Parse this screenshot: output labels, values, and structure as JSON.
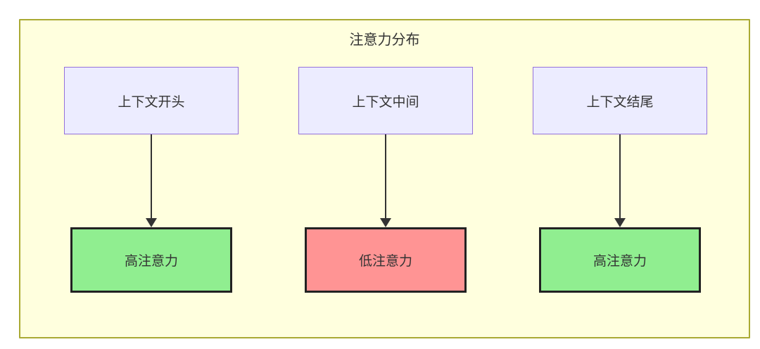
{
  "title": "注意力分布",
  "columns": [
    {
      "source": "上下文开头",
      "target": "高注意力",
      "level": "high"
    },
    {
      "source": "上下文中间",
      "target": "低注意力",
      "level": "low"
    },
    {
      "source": "上下文结尾",
      "target": "高注意力",
      "level": "high"
    }
  ],
  "colors": {
    "container_bg": "#ffffde",
    "container_border": "#aaaa33",
    "source_fill": "#ececff",
    "source_border": "#9370db",
    "high_fill": "#90ee90",
    "low_fill": "#ff9494",
    "target_border": "#222222",
    "arrow": "#333333",
    "text": "#333333"
  }
}
